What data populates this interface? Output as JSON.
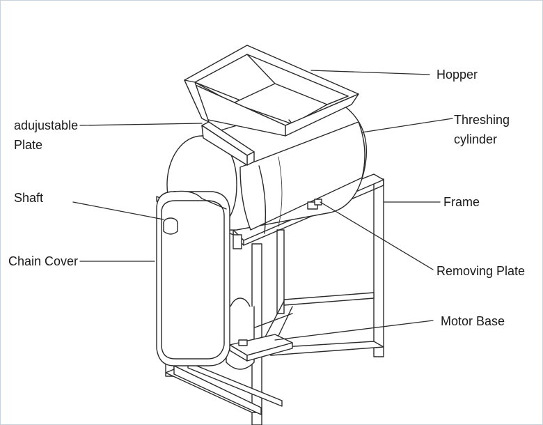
{
  "diagram": {
    "labels": {
      "hopper": "Hopper",
      "threshing_cylinder": "Threshing cylinder",
      "threshing_line1": "Threshing",
      "threshing_line2": "cylinder",
      "adjustable_line1": "adujustable",
      "adjustable_line2": "Plate",
      "shaft": "Shaft",
      "frame": "Frame",
      "chain_cover": "Chain Cover",
      "removing_plate": "Removing Plate",
      "motor_base": "Motor Base"
    },
    "colors": {
      "line": "#2b2b2b",
      "background": "#ffffff",
      "border": "#c9d3dc"
    }
  }
}
